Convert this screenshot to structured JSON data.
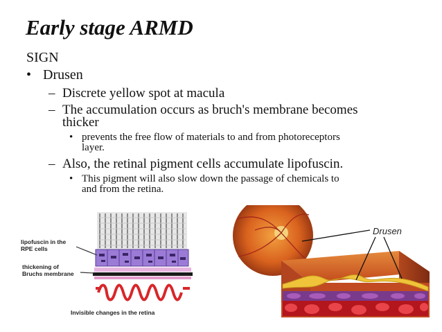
{
  "slide": {
    "title": "Early stage ARMD",
    "section": "SIGN",
    "bullet_char": "•",
    "dash_char": "–",
    "item_drusen": "Drusen",
    "sub1": "Discrete yellow spot at macula",
    "sub2_line1": "The accumulation occurs as bruch's membrane becomes",
    "sub2_line2": "thicker",
    "sub2_point_line1": "prevents the free flow of materials to and from photoreceptors",
    "sub2_point_line2": "layer.",
    "sub3": "Also, the retinal pigment cells accumulate lipofuscin.",
    "sub3_point_line1": "This pigment will also slow down the passage of chemicals to",
    "sub3_point_line2": "and from the retina."
  },
  "figure_left": {
    "label_lipofuscin_1": "lipofuscin in the",
    "label_lipofuscin_2": "RPE cells",
    "label_thickening_1": "thickening of",
    "label_thickening_2": "Bruchs membrane",
    "caption": "Invisible changes in the retina"
  },
  "figure_right": {
    "label_drusen": "Drusen"
  },
  "colors": {
    "photoreceptor": "#b8b8b8",
    "rpe": "#9b7bd6",
    "bruch": "#1a1a1a",
    "vessel_red": "#d8262a",
    "fundus": "#d9621e",
    "drusen_yellow": "#f0c43a",
    "tissue_purple": "#7a3a8c"
  }
}
